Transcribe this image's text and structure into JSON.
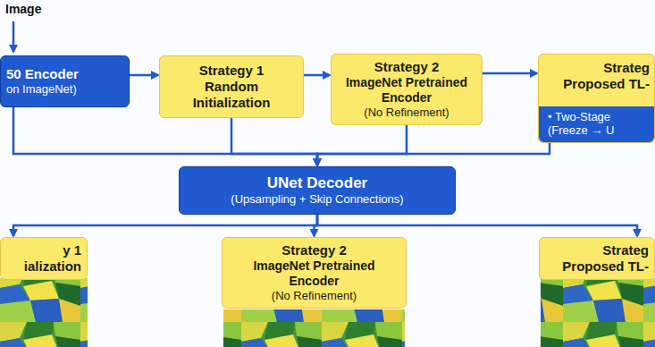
{
  "diagram": {
    "nodes": [
      {
        "text": [
          "50 Encoder",
          "on ImageNet)"
        ]
      },
      {
        "text": [
          "Strategy 1",
          "Random Initialization"
        ]
      },
      {
        "text": [
          "Strategy 2",
          "ImageNet Pretrained Encoder",
          "(No Refinement)"
        ]
      },
      {
        "text": [
          "Strateg",
          "Proposed TL-"
        ]
      },
      {
        "text": [
          "• Two-Stage (Freeze → U"
        ],
        "in": 3
      },
      {
        "text": [
          "UNet Decoder",
          "(Upsampling + Skip Connections)"
        ]
      },
      {
        "text": [
          "y 1",
          "ialization"
        ]
      },
      {
        "text": [
          "Strategy 2",
          "ImageNet Pretrained Encoder",
          "(No Refinement)"
        ]
      },
      {
        "text": [
          "Strateg",
          "Proposed TL-"
        ]
      }
    ],
    "edges": [
      {
        "from": 0,
        "to": 1,
        "arrow": "to"
      },
      {
        "from": 1,
        "to": 2,
        "arrow": "to"
      },
      {
        "from": 2,
        "to": 3,
        "arrow": "to"
      },
      {
        "from": 0,
        "to": 5,
        "arrow": "to"
      },
      {
        "from": 1,
        "to": 5,
        "arrow": "to"
      },
      {
        "from": 2,
        "to": 5,
        "arrow": "to"
      },
      {
        "from": 3,
        "to": 5,
        "arrow": "to"
      },
      {
        "from": 5,
        "to": 6,
        "arrow": "to"
      },
      {
        "from": 5,
        "to": 7,
        "arrow": "to"
      },
      {
        "from": 5,
        "to": 8,
        "arrow": "to"
      }
    ],
    "labels": [
      "Image"
    ]
  }
}
